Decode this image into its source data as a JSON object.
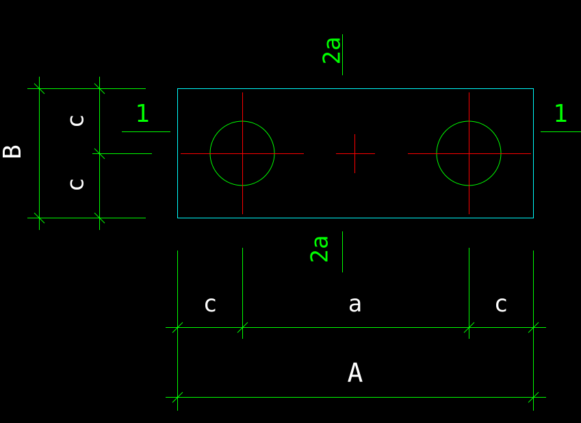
{
  "drawing": {
    "colors": {
      "background": "#000000",
      "outline": "#00ffff",
      "hole": "#00ff00",
      "center_line": "#ff0000",
      "dimension": "#00ff00",
      "text": "#ffffff"
    },
    "labels": {
      "top_spacing": "2a",
      "bottom_spacing": "2a",
      "section_left": "1",
      "section_right": "1",
      "dim_left_c_top": "c",
      "dim_left_c_bottom": "c",
      "dim_left_total": "B",
      "dim_bottom_c_left": "c",
      "dim_bottom_a": "a",
      "dim_bottom_c_right": "c",
      "dim_bottom_total": "A"
    }
  }
}
